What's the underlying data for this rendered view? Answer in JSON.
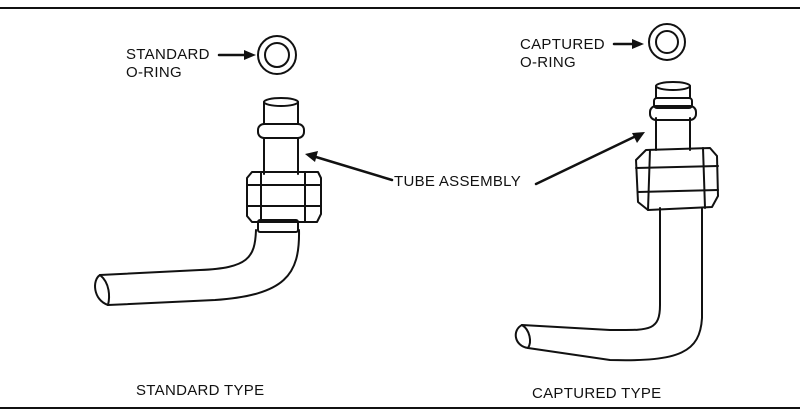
{
  "labels": {
    "standard_oring_line1": "STANDARD",
    "standard_oring_line2": "O-RING",
    "captured_oring_line1": "CAPTURED",
    "captured_oring_line2": "O-RING",
    "tube_assembly": "TUBE ASSEMBLY",
    "standard_type": "STANDARD TYPE",
    "captured_type": "CAPTURED TYPE"
  },
  "colors": {
    "ink": "#111111",
    "background": "#ffffff"
  }
}
